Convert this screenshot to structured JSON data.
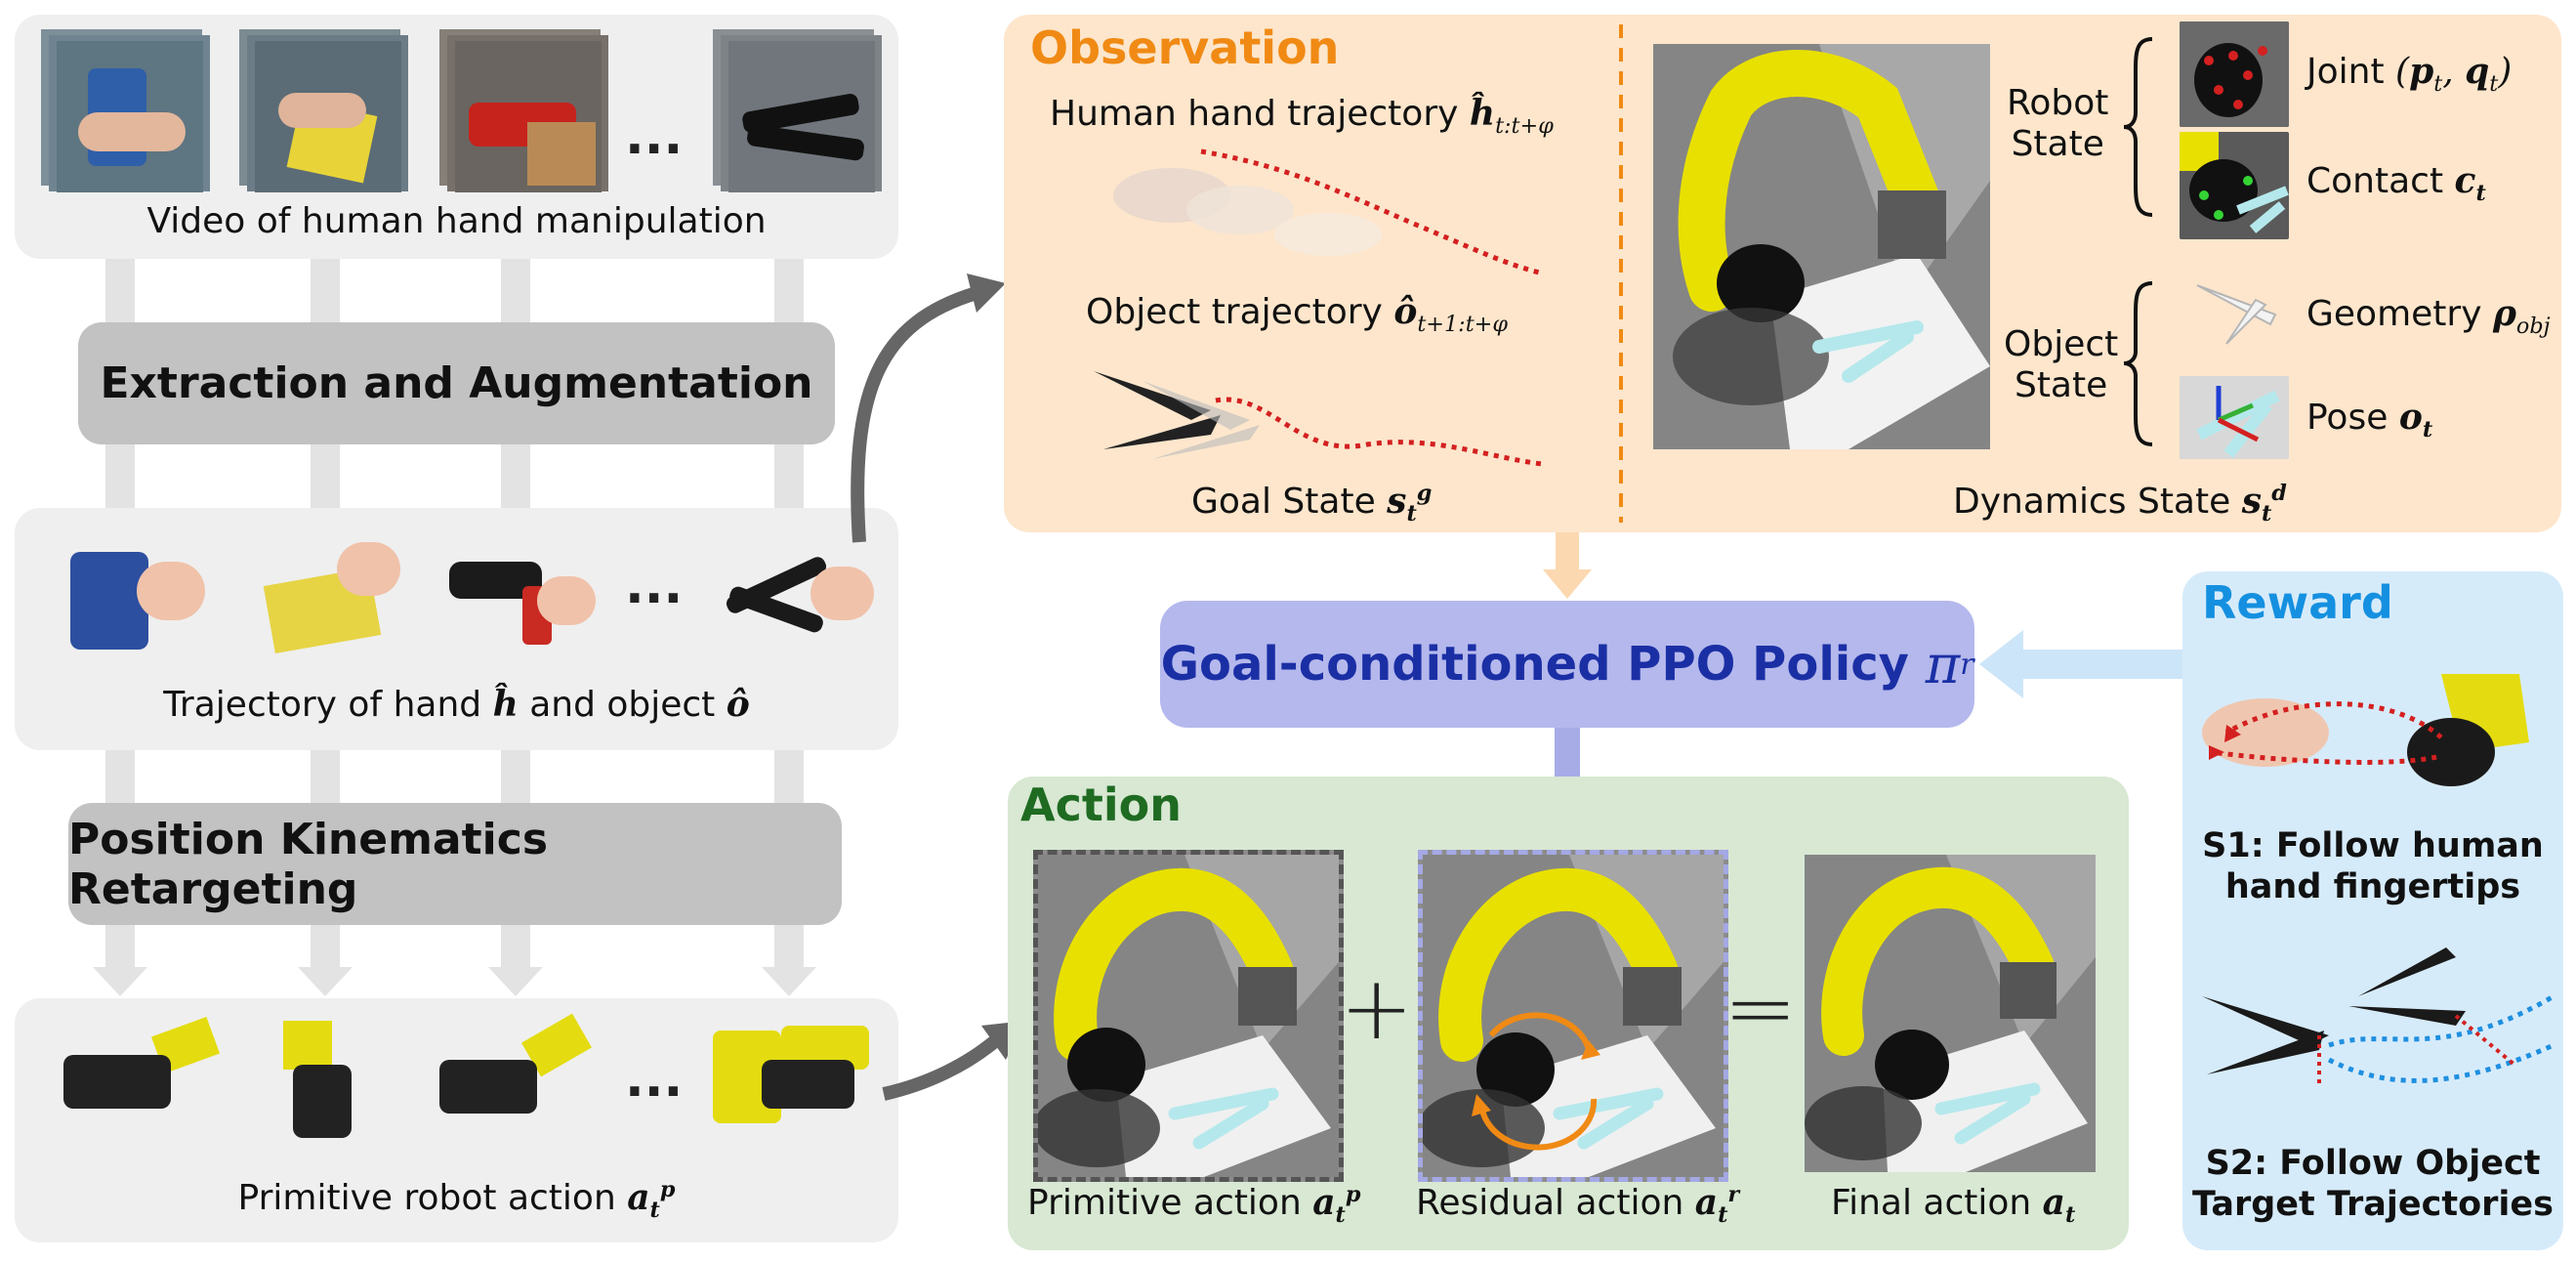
{
  "left_column": {
    "video_caption": "Video of human hand manipulation",
    "extraction_label": "Extraction and Augmentation",
    "trajectory_caption_prefix": "Trajectory of hand ",
    "trajectory_hand_symbol": "ĥ",
    "trajectory_mid": " and object ",
    "trajectory_object_symbol": "ô",
    "retargeting_label": "Position Kinematics Retargeting",
    "primitive_caption_prefix": "Primitive robot action ",
    "ellipsis": "..."
  },
  "observation": {
    "title": "Observation",
    "human_traj_label": "Human hand trajectory ",
    "human_traj_symbol": "ĥ",
    "human_traj_sub": "t:t+φ",
    "object_traj_label": "Object trajectory ",
    "object_traj_symbol": "ô",
    "object_traj_sub": "t+1:t+φ",
    "goal_state_label": "Goal State ",
    "dynamics_state_label": "Dynamics State ",
    "robot_state_label_1": "Robot",
    "robot_state_label_2": "State",
    "object_state_label_1": "Object",
    "object_state_label_2": "State",
    "joint_label": "Joint ",
    "contact_label": "Contact ",
    "geometry_label": "Geometry ",
    "pose_label": "Pose "
  },
  "policy": {
    "label": "Goal-conditioned PPO Policy ",
    "symbol": "π",
    "sub": "r"
  },
  "action": {
    "title": "Action",
    "primitive_label": "Primitive action ",
    "residual_label": "Residual action ",
    "final_label": "Final action ",
    "plus": "+",
    "equals": "="
  },
  "reward": {
    "title": "Reward",
    "s1_line1": "S1: Follow human",
    "s1_line2": "hand fingertips",
    "s2_line1": "S2: Follow Object",
    "s2_line2": "Target Trajectories"
  },
  "colors": {
    "observation_bg": "#fde6cc",
    "action_bg": "#d8e8d3",
    "reward_bg": "#d6ebfa",
    "policy_bg": "#b4b8ec",
    "observation_title": "#f08a14",
    "action_title": "#1f6b22",
    "reward_title": "#1590e0",
    "policy_text": "#1b2fa5",
    "trajectory_red": "#d42020",
    "trajectory_blue": "#1f8fe0",
    "robot_yellow": "#e8e000"
  }
}
